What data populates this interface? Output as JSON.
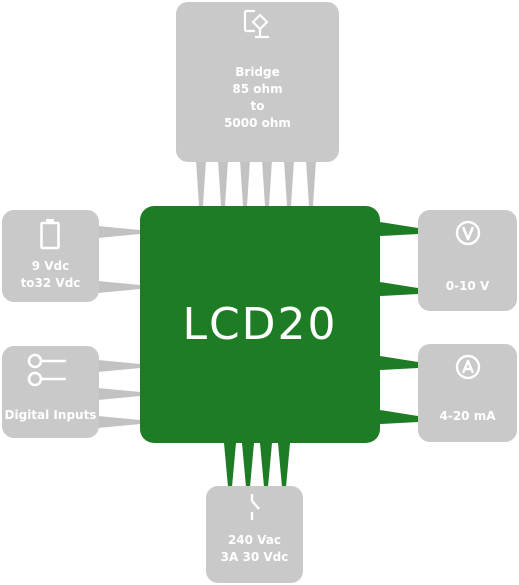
{
  "chip": {
    "label": "LCD20",
    "color": "#1e7d24"
  },
  "bridge": {
    "icon": "bridge-sensor-icon",
    "line1": "Bridge",
    "line2": "85 ohm",
    "line3": "to",
    "line4": "5000 ohm"
  },
  "power": {
    "icon": "battery-icon",
    "line1": "9 Vdc",
    "line2": "to32 Vdc"
  },
  "digital": {
    "icon": "switch-contacts-icon",
    "label": "Digital Inputs"
  },
  "voltage": {
    "icon": "voltmeter-icon",
    "label": "0-10 V"
  },
  "current": {
    "icon": "ammeter-icon",
    "label": "4-20 mA"
  },
  "relay": {
    "icon": "relay-switch-icon",
    "line1": "240 Vac",
    "line2": "3A 30 Vdc"
  },
  "colors": {
    "box": "#c9c9c9",
    "pin_gray": "#c0c0c0",
    "pin_green": "#1e7d24"
  }
}
